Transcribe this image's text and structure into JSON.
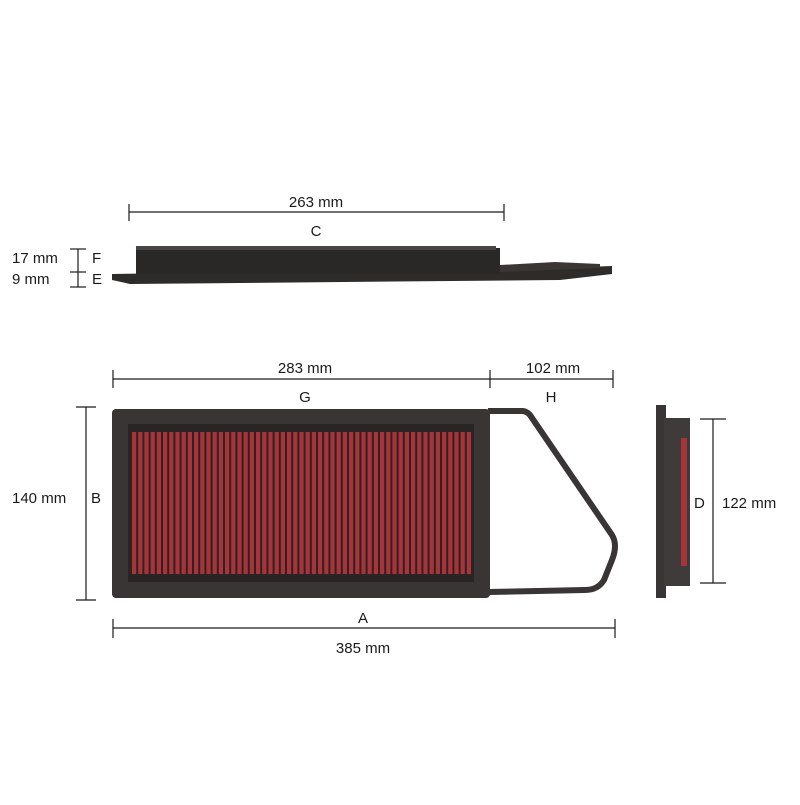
{
  "dimensions": {
    "C": {
      "letter": "C",
      "value": "263 mm"
    },
    "F": {
      "letter": "F",
      "value": "17 mm"
    },
    "E": {
      "letter": "E",
      "value": "9 mm"
    },
    "G": {
      "letter": "G",
      "value": "283 mm"
    },
    "H": {
      "letter": "H",
      "value": "102 mm"
    },
    "B": {
      "letter": "B",
      "value": "140 mm"
    },
    "A": {
      "letter": "A",
      "value": "385 mm"
    },
    "D": {
      "letter": "D",
      "value": "122 mm"
    }
  },
  "colors": {
    "frame": "#3a3535",
    "media": "#a8343a",
    "line": "#1a1a1a"
  }
}
